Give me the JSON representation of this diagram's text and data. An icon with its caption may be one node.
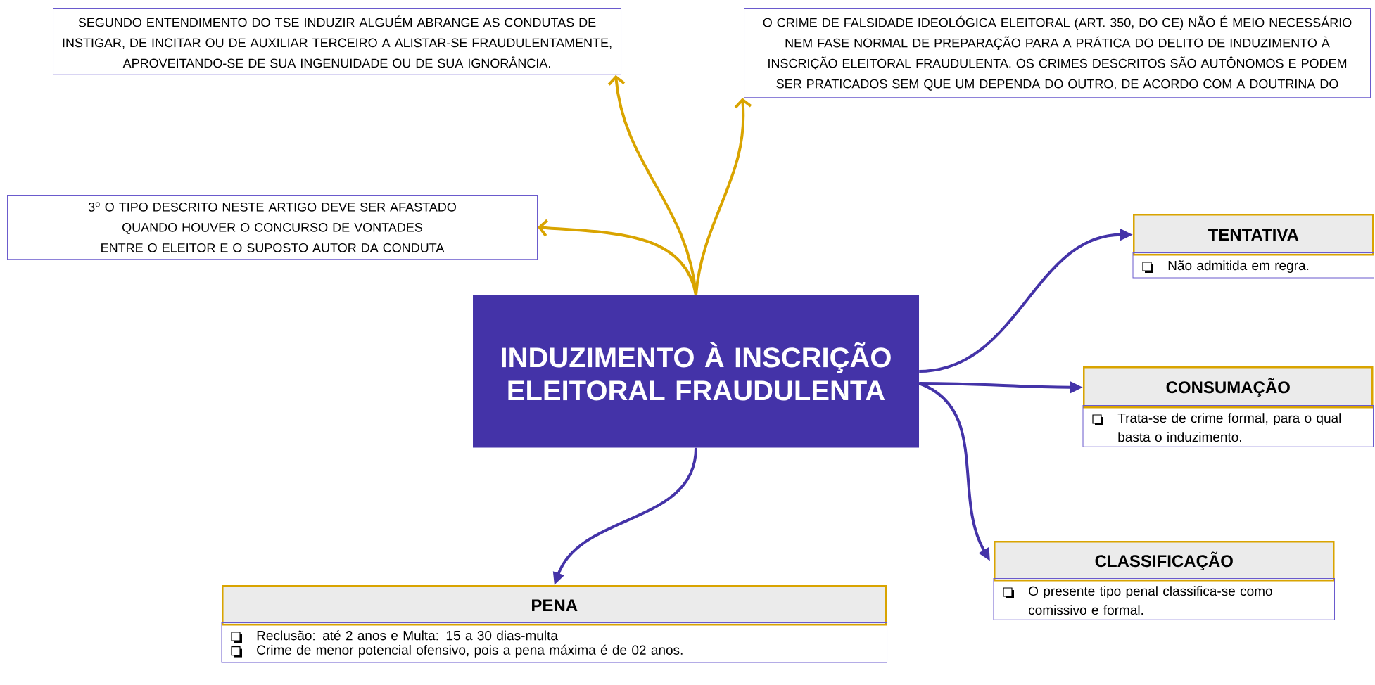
{
  "diagram": {
    "nodes": [
      {
        "text": [
          "INDUZIMENTO À INSCRIÇÃO ELEITORAL FRAUDULENTA"
        ]
      },
      {
        "text": [
          "SEGUNDO ENTENDIMENTO DO TSE INDUZIR ALGUÉM ABRANGE AS CONDUTAS DE INSTIGAR, DE INCITAR OU DE AUXILIAR TERCEIRO A ALISTAR-SE FRAUDULENTAMENTE, APROVEITANDO-SE DE SUA INGENUIDADE OU DE SUA IGNORÂNCIA."
        ]
      },
      {
        "text": [
          "O CRIME DE FALSIDADE IDEOLÓGICA ELEITORAL (ART. 350, DO CE) NÃO É MEIO NECESSÁRIO NEM FASE NORMAL DE PREPARAÇÃO PARA A PRÁTICA DO DELITO DE INDUZIMENTO À INSCRIÇÃO ELEITORAL FRAUDULENTA. OS CRIMES DESCRITOS SÃO AUTÔNOMOS E PODEM SER PRATICADOS SEM QUE UM DEPENDA DO OUTRO, DE ACORDO COM A DOUTRINA DO"
        ]
      },
      {
        "text": [
          "3$^{o}$ O TIPO DESCRITO NESTE ARTIGO DEVE SER AFASTADO QUANDO HOUVER O CONCURSO DE VONTADES ENTRE O ELEITOR E O SUPOSTO AUTOR DA CONDUTA"
        ]
      },
      {
        "text": [
          "TENTATIVA",
          "Não admitida em regra."
        ]
      },
      {
        "text": [
          "CONSUMAÇÃO",
          "Trata-se de crime formal, para o qual basta o induzimento."
        ]
      },
      {
        "text": [
          "CLASSIFICAÇÃO",
          "O presente tipo penal classifica-se como comissivo e formal."
        ]
      },
      {
        "text": [
          "PENA",
          "Reclusão: até 2 anos e Multa: 15 a 30 dias-multa",
          "Crime de menor potencial ofensivo, pois a pena máxima é de 02 anos."
        ]
      }
    ],
    "edges": [
      {
        "from": 0,
        "to": 1,
        "arrow": "to",
        "color": "#d9a400"
      },
      {
        "from": 0,
        "to": 2,
        "arrow": "to",
        "color": "#d9a400"
      },
      {
        "from": 0,
        "to": 3,
        "arrow": "to",
        "color": "#d9a400"
      },
      {
        "from": 0,
        "to": 4,
        "arrow": "to"
      },
      {
        "from": 0,
        "to": 5,
        "arrow": "to"
      },
      {
        "from": 0,
        "to": 6,
        "arrow": "to"
      },
      {
        "from": 0,
        "to": 7,
        "arrow": "to"
      }
    ]
  }
}
